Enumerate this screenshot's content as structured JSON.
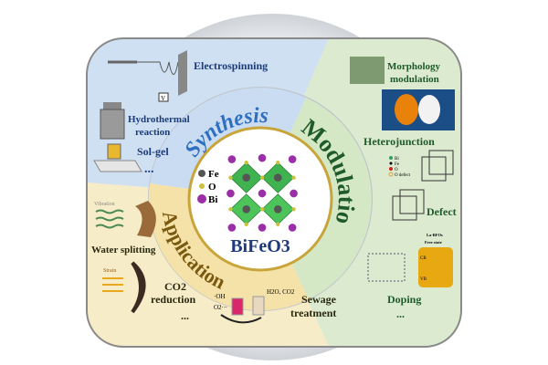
{
  "center": {
    "title": "BiFeO3",
    "legend": [
      {
        "label": "Fe",
        "color": "#555555"
      },
      {
        "label": "O",
        "color": "#c9c23a"
      },
      {
        "label": "Bi",
        "color": "#9b2fa8"
      }
    ]
  },
  "ring": {
    "synthesis": "Synthesis",
    "modulation": "Modulation",
    "application": "Application"
  },
  "synthesis": {
    "electrospinning": "Electrospinning",
    "hydrothermal_1": "Hydrothermal",
    "hydrothermal_2": "reaction",
    "solgel": "Sol-gel",
    "more": "...",
    "voltage": "V"
  },
  "application": {
    "water_splitting": "Water splitting",
    "co2_1": "CO2",
    "co2_2": "reduction",
    "sewage_1": "Sewage",
    "sewage_2": "treatment",
    "more": "...",
    "vibration": "Vibration",
    "strain": "Strain",
    "oh": "·OH",
    "o2": "O2·−",
    "products": "H2O, CO2"
  },
  "modulation": {
    "morphology_1": "Morphology",
    "morphology_2": "modulation",
    "heterojunction": "Heterojunction",
    "defect": "Defect",
    "doping": "Doping",
    "more": "...",
    "defect_legend": [
      "Bi",
      "Fe",
      "O",
      "O defect"
    ],
    "la_bfo_1": "La-BFOs",
    "la_bfo_2": "Free state",
    "cb": "CB",
    "vb": "VB"
  },
  "colors": {
    "synthesis": "#2e6fc0",
    "modulation": "#1f5a2a",
    "application": "#7a5a10",
    "blue_bg": "#cfe0f3",
    "green_bg": "#dcebd0",
    "yellow_bg": "#f7ecc8"
  }
}
